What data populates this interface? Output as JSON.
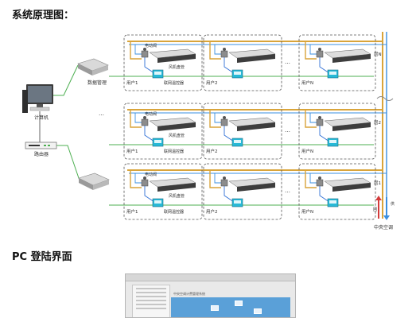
{
  "headings": {
    "diagram": "系统原理图：",
    "login": "PC 登陆界面"
  },
  "devices": {
    "computer": "计算机",
    "router": "路由器",
    "data_manager": "数据管理",
    "central_ac": "中央空调"
  },
  "floors": [
    {
      "label": "层N"
    },
    {
      "label": "层2"
    },
    {
      "label": "层1"
    }
  ],
  "unit": {
    "valve": "电动阀",
    "fan_coil": "风机盘管",
    "controller": "联网温控器"
  },
  "users": [
    "用户1",
    "用户2",
    "用户N"
  ],
  "ellipsis": "…",
  "pipe_labels": {
    "supply": "供",
    "return": "回"
  },
  "colors": {
    "water_pipe": "#d9a43a",
    "network": "#4caf50",
    "control_wire": "#2f6fd6",
    "supply": "#3a8fe0",
    "return": "#d33a3a",
    "box_border": "#555555",
    "controller_screen": "#28b9d6"
  },
  "screenshot": {
    "caption": "中央空调计费管理系统"
  }
}
